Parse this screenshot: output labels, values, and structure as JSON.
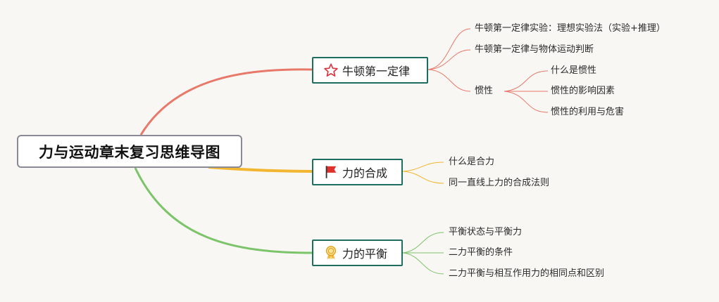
{
  "root": {
    "label": "力与运动章末复习思维导图"
  },
  "branches": [
    {
      "label": "牛顿第一定律",
      "icon": "star-icon",
      "color": "#e8786a",
      "children": [
        {
          "label": "牛顿第一定律实验：理想实验法（实验+推理）"
        },
        {
          "label": "牛顿第一定律与物体运动判断"
        },
        {
          "label": "惯性",
          "children": [
            {
              "label": "什么是惯性"
            },
            {
              "label": "惯性的影响因素"
            },
            {
              "label": "惯性的利用与危害"
            }
          ]
        }
      ]
    },
    {
      "label": "力的合成",
      "icon": "red-flag-icon",
      "color": "#f2b630",
      "children": [
        {
          "label": "什么是合力"
        },
        {
          "label": "同一直线上力的合成法则"
        }
      ]
    },
    {
      "label": "力的平衡",
      "icon": "award-ribbon-icon",
      "color": "#7cc46a",
      "children": [
        {
          "label": "平衡状态与平衡力"
        },
        {
          "label": "二力平衡的条件"
        },
        {
          "label": "二力平衡与相互作用力的相同点和区别"
        }
      ]
    }
  ]
}
